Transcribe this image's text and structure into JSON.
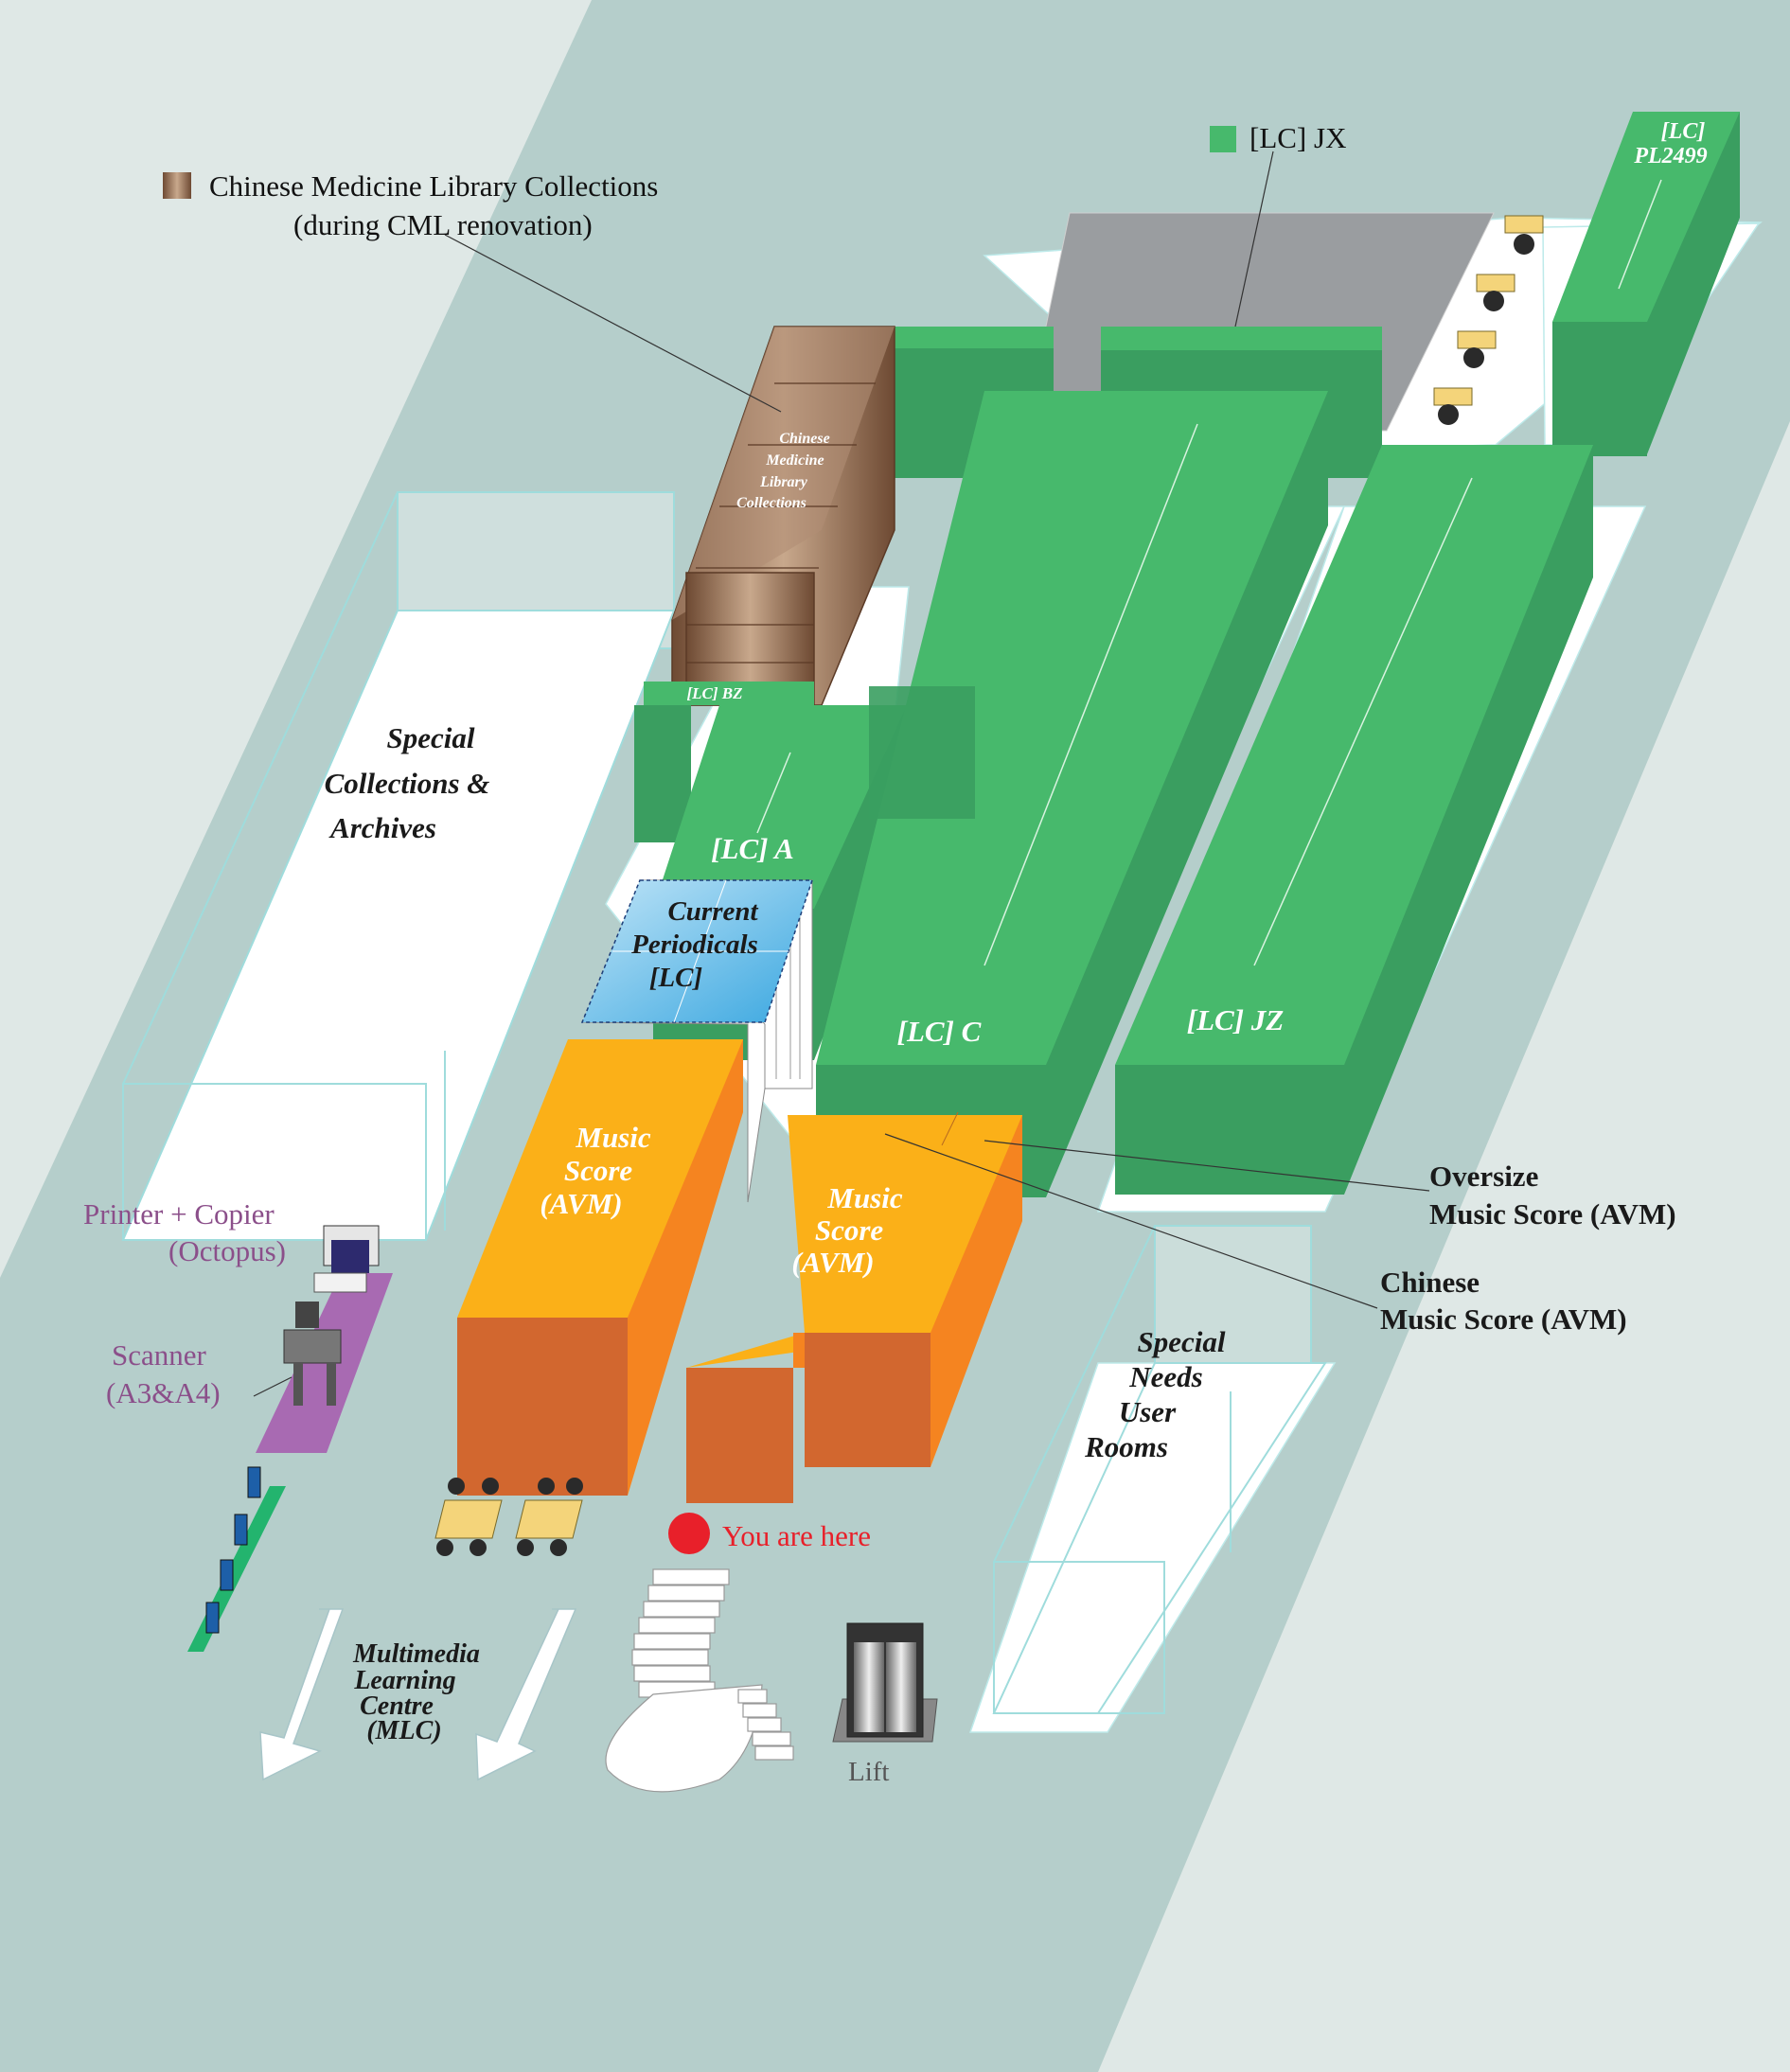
{
  "map": {
    "legend": {
      "cml_collections_line1": "Chinese Medicine Library Collections",
      "cml_collections_line2": "(during CML renovation)",
      "lc_jx": "[LC] JX"
    },
    "shelves": {
      "pl2499_line1": "[LC]",
      "pl2499_line2": "PL2499",
      "cml_line1": "Chinese",
      "cml_line2": "Medicine",
      "cml_line3": "Library",
      "cml_line4": "Collections",
      "lc_bz": "[LC] BZ",
      "lc_a": "[LC] A",
      "lc_c": "[LC] C",
      "lc_jz": "[LC] JZ",
      "periodicals_line1": "Current",
      "periodicals_line2": "Periodicals",
      "periodicals_line3": "[LC]",
      "music_left_line1": "Music",
      "music_left_line2": "Score",
      "music_left_line3": "(AVM)",
      "music_right_line1": "Music",
      "music_right_line2": "Score",
      "music_right_line3": "(AVM)"
    },
    "rooms": {
      "special_line1": "Special",
      "special_line2": "Collections &",
      "special_line3": "Archives",
      "needs_line1": "Special",
      "needs_line2": "Needs",
      "needs_line3": "User",
      "needs_line4": "Rooms",
      "mlc_line1": "Multimedia",
      "mlc_line2": "Learning",
      "mlc_line3": "Centre",
      "mlc_line4": "(MLC)"
    },
    "callouts": {
      "oversize_line1": "Oversize",
      "oversize_line2": "Music Score (AVM)",
      "chinese_line1": "Chinese",
      "chinese_line2": "Music Score (AVM)",
      "printer_line1": "Printer + Copier",
      "printer_line2": "(Octopus)",
      "scanner_line1": "Scanner",
      "scanner_line2": "(A3&A4)",
      "you_are_here": "You are here",
      "lift": "Lift"
    },
    "colors": {
      "green": "#47b96c",
      "green_dark": "#3a9e60",
      "brown": "#a07a60",
      "orange": "#fbb018",
      "orange_dark": "#d2672f",
      "purple_text": "#8b4f8a",
      "red": "#e8202a",
      "floor": "#b5cecb"
    },
    "icons": [
      "you-are-here-marker",
      "lift-icon",
      "staircase-icon",
      "exit-arrow-icon",
      "printer-icon",
      "scanner-icon",
      "computer-icon",
      "desk-icon"
    ]
  }
}
